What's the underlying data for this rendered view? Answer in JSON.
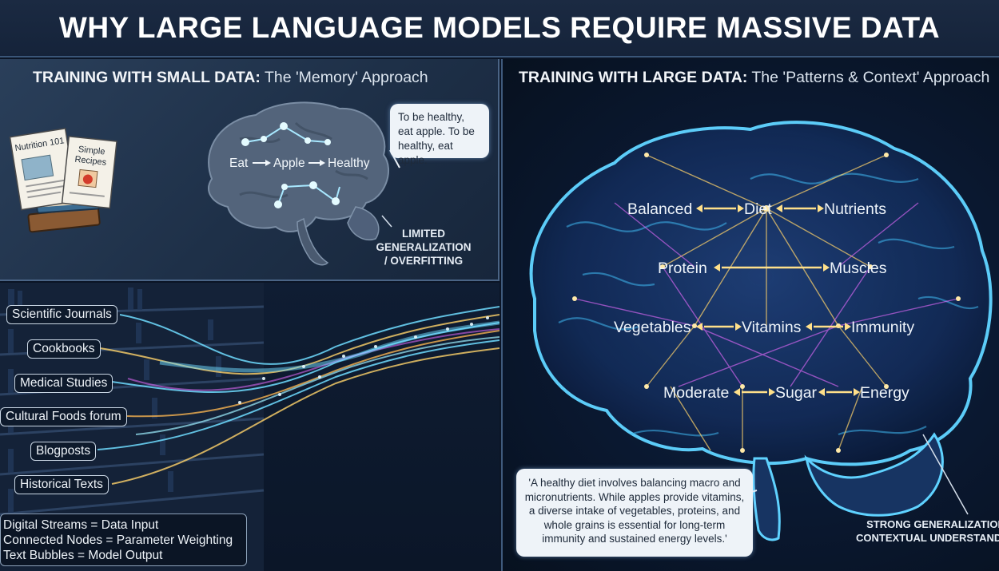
{
  "title": "WHY LARGE LANGUAGE MODELS REQUIRE MASSIVE DATA",
  "small_panel": {
    "heading_bold": "TRAINING WITH SMALL DATA:",
    "heading_rest": " The 'Memory' Approach",
    "book_labels": {
      "nutrition": "Nutrition 101",
      "recipes_line1": "Simple",
      "recipes_line2": "Recipes"
    },
    "brain_chain": {
      "a": "Eat",
      "b": "Apple",
      "c": "Healthy"
    },
    "speech": "To be healthy, eat apple. To be healthy, eat apple.",
    "limited_label": "LIMITED GENERALIZATION / OVERFITTING"
  },
  "large_panel": {
    "heading_bold": "TRAINING WITH LARGE DATA:",
    "heading_rest": " The 'Patterns & Context' Approach",
    "concepts": {
      "balanced": "Balanced",
      "diet": "Diet",
      "nutrients": "Nutrients",
      "protein": "Protein",
      "muscles": "Muscles",
      "vegetables": "Vegetables",
      "vitamins": "Vitamins",
      "immunity": "Immunity",
      "moderate": "Moderate",
      "sugar": "Sugar",
      "energy": "Energy"
    },
    "speech": "'A healthy diet involves balancing macro and micronutrients. While apples provide vitamins, a diverse intake of vegetables, proteins, and whole grains is essential for long-term immunity and sustained energy levels.'",
    "strong_line1": "STRONG GENERALIZATION",
    "strong_line2": "CONTEXTUAL UNDERSTANDING"
  },
  "data_sources": [
    "Scientific Journals",
    "Cookbooks",
    "Medical Studies",
    "Cultural Foods forum",
    "Blogposts",
    "Historical Texts"
  ],
  "legend": [
    "Digital Streams = Data Input",
    "Connected Nodes = Parameter Weighting",
    "Text Bubbles = Model Output"
  ],
  "colors": {
    "accent_cyan": "#6fdcff",
    "accent_gold": "#ffd36a",
    "accent_magenta": "#e86bff",
    "panel_dark": "#0b1526"
  }
}
